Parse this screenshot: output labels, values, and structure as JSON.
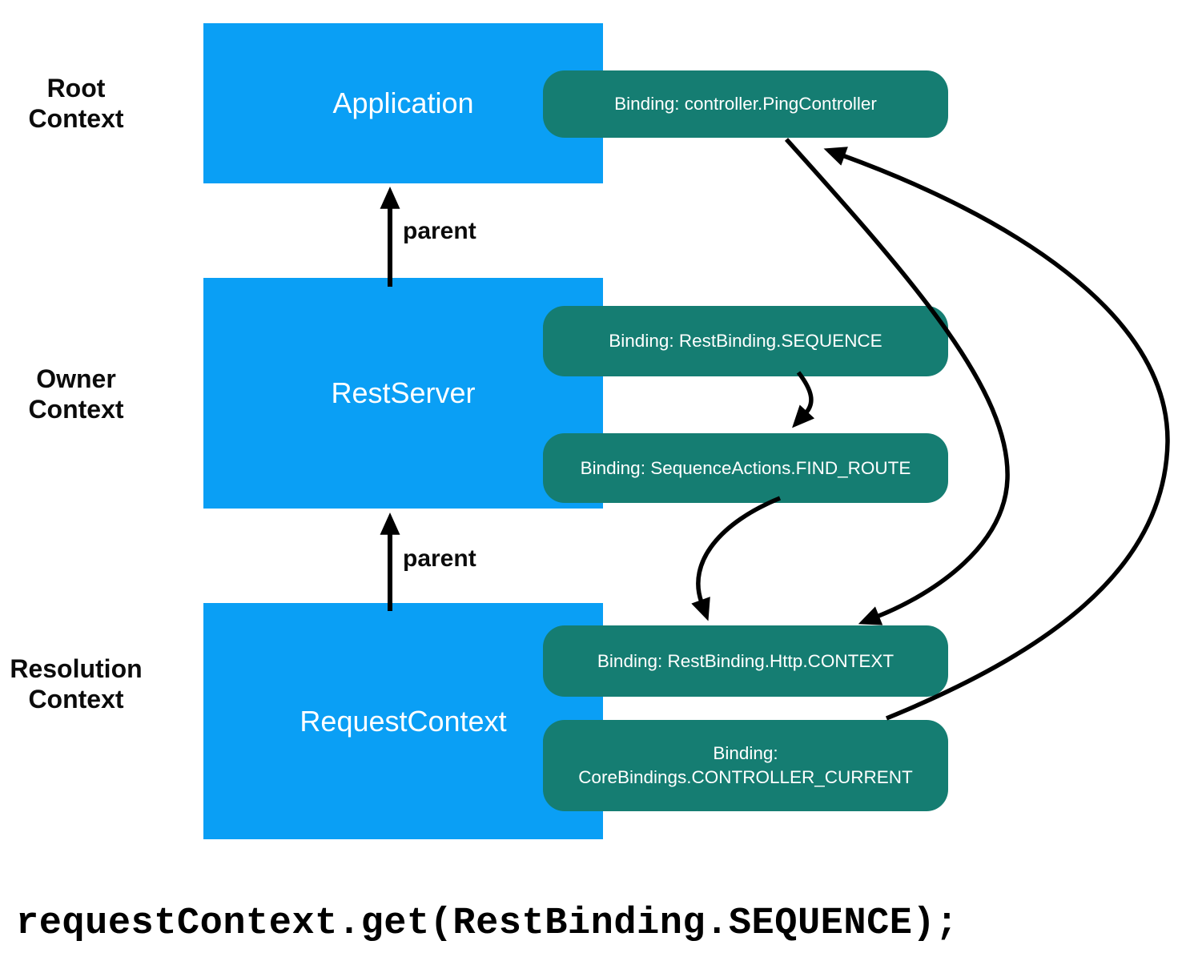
{
  "diagram": {
    "context_labels": [
      {
        "line1": "Root",
        "line2": "Context"
      },
      {
        "line1": "Owner",
        "line2": "Context"
      },
      {
        "line1": "Resolution",
        "line2": "Context"
      }
    ],
    "boxes": [
      {
        "label": "Application"
      },
      {
        "label": "RestServer"
      },
      {
        "label": "RequestContext"
      }
    ],
    "parent_label": "parent",
    "bindings": [
      {
        "lines": [
          "Binding: controller.PingController"
        ]
      },
      {
        "lines": [
          "Binding: RestBinding.SEQUENCE"
        ]
      },
      {
        "lines": [
          "Binding: SequenceActions.FIND_ROUTE"
        ]
      },
      {
        "lines": [
          "Binding: RestBinding.Http.CONTEXT"
        ]
      },
      {
        "lines": [
          "Binding:",
          "CoreBindings.CONTROLLER_CURRENT"
        ]
      }
    ],
    "colors": {
      "box_blue": "#0a9ff5",
      "pill_teal": "#157d72",
      "arrow_black": "#000000"
    }
  },
  "code_line": "requestContext.get(RestBinding.SEQUENCE);"
}
